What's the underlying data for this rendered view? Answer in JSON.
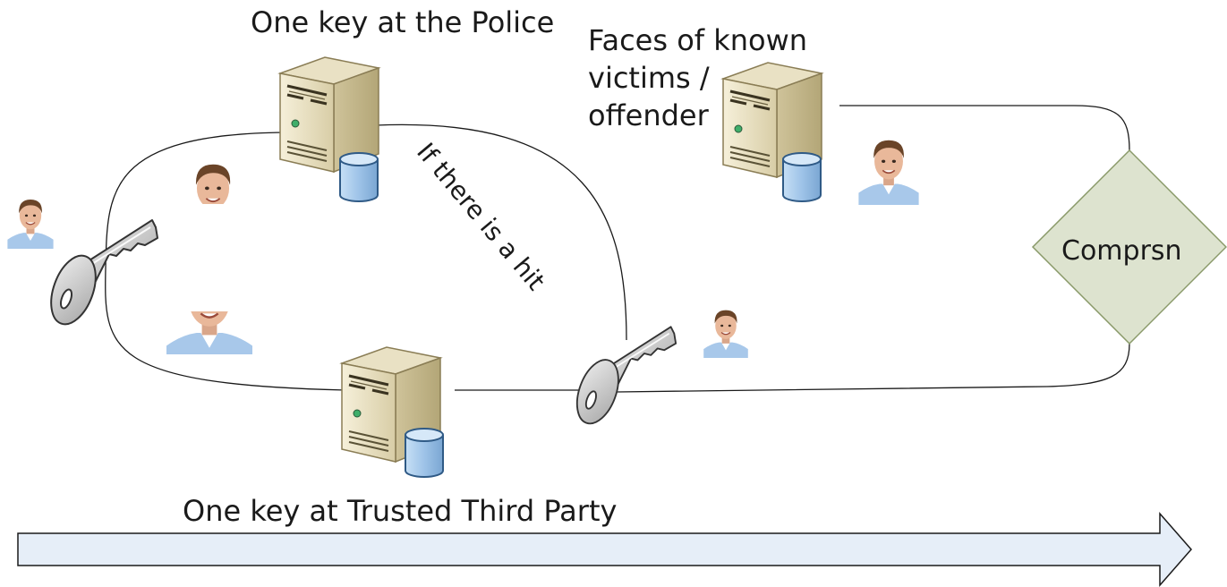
{
  "labels": {
    "police_key": "One key at the Police",
    "faces_line1": "Faces of known",
    "faces_line2": "victims /",
    "faces_line3": "offender",
    "hit": "If there is a hit",
    "ttp_key": "One key at Trusted Third Party",
    "comparison": "Comprsn"
  },
  "colors": {
    "arrow_fill": "#e6eef8",
    "arrow_stroke": "#1a1a1a",
    "diamond_fill": "#dde3cf",
    "diamond_stroke": "#8a9a6a",
    "server_body": "#efe6c8",
    "cylinder": "#a8c8e8",
    "key_metal": "#c8c8c8",
    "shirt": "#a8c8ea",
    "hair": "#6a4428",
    "skin": "#e9b89a"
  },
  "icons": [
    "server-icon",
    "database-icon",
    "key-icon",
    "face-photo-icon",
    "flow-arrow"
  ]
}
